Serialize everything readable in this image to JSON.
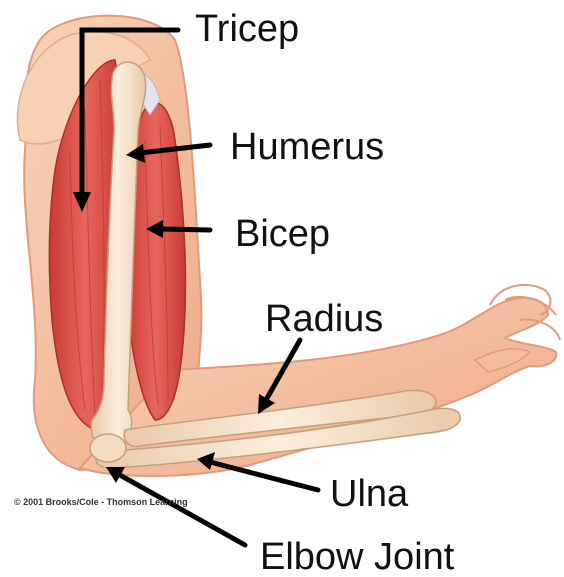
{
  "labels": {
    "tricep": "Tricep",
    "humerus": "Humerus",
    "bicep": "Bicep",
    "radius": "Radius",
    "ulna": "Ulna",
    "elbow_joint": "Elbow Joint"
  },
  "copyright": "© 2001 Brooks/Cole - Thomson Learning",
  "colors": {
    "skin": "#f4c3a2",
    "skin_shadow": "#e8a583",
    "muscle": "#e0574f",
    "muscle_dark": "#c2372f",
    "bone": "#f3dcc0",
    "bone_outline": "#d9b08d",
    "arrow": "#000000",
    "text": "#111111"
  }
}
